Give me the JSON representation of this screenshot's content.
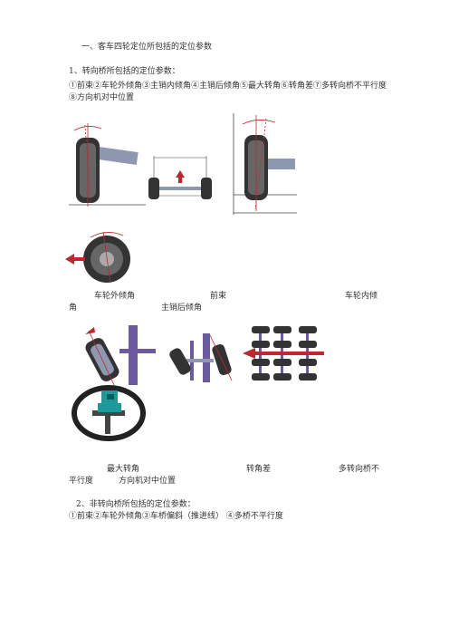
{
  "doc": {
    "title": "一、客车四轮定位所包括的定位参数",
    "section1": {
      "heading": "1、转向桥所包括的定位参数：",
      "params_line1": "①前束②车轮外倾角③主销内倾角④主销后倾角⑤最大转角⑥转角差⑦多转向桥不平行度",
      "params_line2": "⑧方向机对中位置",
      "captions_row1": {
        "camber": "车轮外倾角",
        "toe": "前束",
        "kpi_part1": "车轮内倾",
        "kpi_part2": "角",
        "caster": "主销后倾角"
      },
      "captions_row2": {
        "max_angle": "最大转角",
        "turn_diff": "转角差",
        "multi_axle_part1": "多转向桥不",
        "multi_axle_part2": "平行度",
        "steering_center": "方向机对中位置"
      }
    },
    "section2": {
      "heading": "2、非转向桥所包括的定位参数：",
      "params_line": "①前束②车轮外倾角③车桥偏斜（推进线） ④多桥不平行度"
    }
  },
  "colors": {
    "accent_red": "#c0272d",
    "axle_gray": "#8e98b0",
    "frame_purple": "#6b5aa0",
    "tire_dark": "#333333",
    "teal": "#1a9a9a"
  }
}
